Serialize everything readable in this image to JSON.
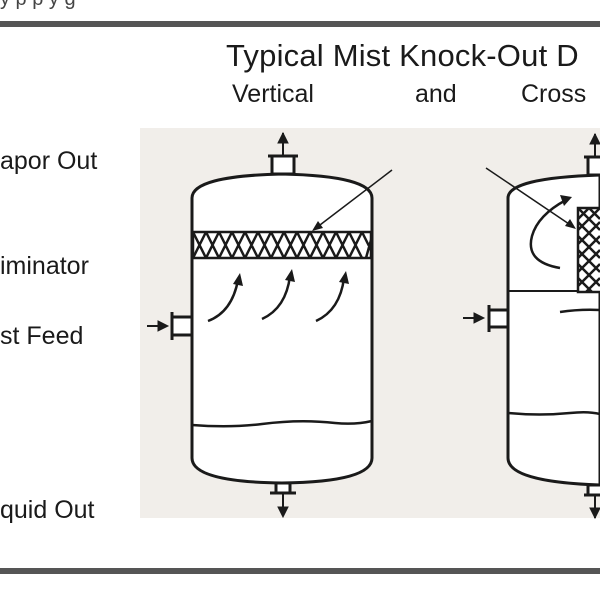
{
  "header": {
    "top_fragment": "y p p y g",
    "title": "Typical Mist Knock-Out D",
    "subtitle": {
      "vertical": "Vertical",
      "and": "and",
      "cross": "Cross"
    }
  },
  "labels": {
    "vapor_out": "apor Out",
    "eliminator": "iminator",
    "mist_feed": "st Feed",
    "liquid_out": "quid Out"
  },
  "colors": {
    "frame": "#555555",
    "panel": "#f1eeea",
    "stroke": "#1a1a1a"
  }
}
